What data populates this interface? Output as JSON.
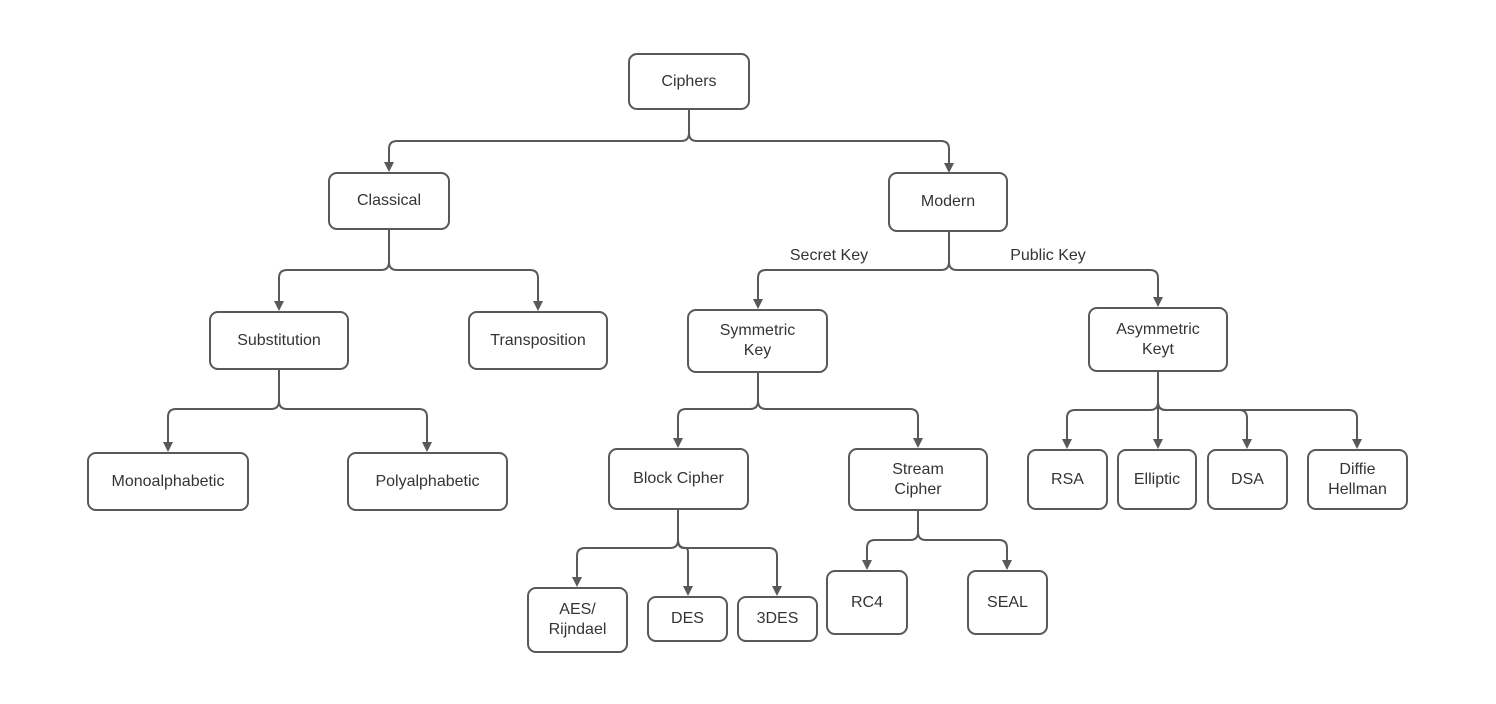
{
  "diagram": {
    "type": "tree-flowchart",
    "colors": {
      "node_border": "#595959",
      "connector": "#595959",
      "text": "#343434",
      "background": "#ffffff"
    }
  },
  "nodes": {
    "ciphers": {
      "label": "Ciphers"
    },
    "classical": {
      "label": "Classical"
    },
    "modern": {
      "label": "Modern"
    },
    "substitution": {
      "label": "Substitution"
    },
    "transposition": {
      "label": "Transposition"
    },
    "symmetric": {
      "label": "Symmetric\nKey"
    },
    "asymmetric": {
      "label": "Asymmetric\nKeyt"
    },
    "monoalphabetic": {
      "label": "Monoalphabetic"
    },
    "polyalphabetic": {
      "label": "Polyalphabetic"
    },
    "block_cipher": {
      "label": "Block Cipher"
    },
    "stream_cipher": {
      "label": "Stream\nCipher"
    },
    "rsa": {
      "label": "RSA"
    },
    "elliptic": {
      "label": "Elliptic"
    },
    "dsa": {
      "label": "DSA"
    },
    "diffie_hellman": {
      "label": "Diffie\nHellman"
    },
    "aes_rijndael": {
      "label": "AES/\nRijndael"
    },
    "des": {
      "label": "DES"
    },
    "tdes": {
      "label": "3DES"
    },
    "rc4": {
      "label": "RC4"
    },
    "seal": {
      "label": "SEAL"
    }
  },
  "edge_labels": {
    "secret_key": "Secret Key",
    "public_key": "Public Key"
  },
  "edges": [
    {
      "from": "Ciphers",
      "to": "Classical"
    },
    {
      "from": "Ciphers",
      "to": "Modern"
    },
    {
      "from": "Classical",
      "to": "Substitution"
    },
    {
      "from": "Classical",
      "to": "Transposition"
    },
    {
      "from": "Modern",
      "to": "Symmetric Key",
      "label": "Secret Key"
    },
    {
      "from": "Modern",
      "to": "Asymmetric Keyt",
      "label": "Public Key"
    },
    {
      "from": "Substitution",
      "to": "Monoalphabetic"
    },
    {
      "from": "Substitution",
      "to": "Polyalphabetic"
    },
    {
      "from": "Symmetric Key",
      "to": "Block Cipher"
    },
    {
      "from": "Symmetric Key",
      "to": "Stream Cipher"
    },
    {
      "from": "Asymmetric Keyt",
      "to": "RSA"
    },
    {
      "from": "Asymmetric Keyt",
      "to": "Elliptic"
    },
    {
      "from": "Asymmetric Keyt",
      "to": "DSA"
    },
    {
      "from": "Asymmetric Keyt",
      "to": "Diffie Hellman"
    },
    {
      "from": "Block Cipher",
      "to": "AES/Rijndael"
    },
    {
      "from": "Block Cipher",
      "to": "DES"
    },
    {
      "from": "Block Cipher",
      "to": "3DES"
    },
    {
      "from": "Stream Cipher",
      "to": "RC4"
    },
    {
      "from": "Stream Cipher",
      "to": "SEAL"
    }
  ]
}
